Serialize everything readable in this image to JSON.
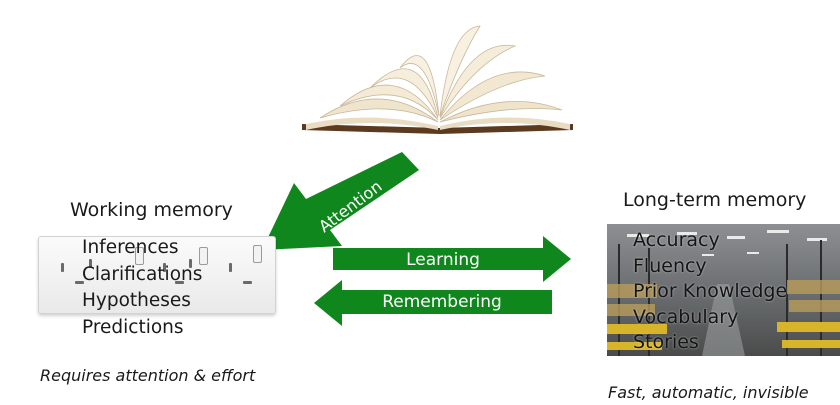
{
  "attention_label": "Attention",
  "working_memory": {
    "title": "Working memory",
    "items": [
      "Inferences",
      "Clarifications",
      "Hypotheses",
      "Predictions"
    ],
    "note": "Requires attention & effort"
  },
  "learning_label": "Learning",
  "remembering_label": "Remembering",
  "long_term_memory": {
    "title": "Long-term memory",
    "items": [
      "Accuracy",
      "Fluency",
      "Prior Knowledge",
      "Vocabulary",
      "Stories"
    ],
    "note": "Fast, automatic, invisible"
  },
  "colors": {
    "arrow_green": "#10871c",
    "text": "#1a1a1a"
  },
  "icons": {
    "book": "open-book-icon",
    "power_strip": "power-strip-icon",
    "warehouse": "warehouse-image"
  }
}
